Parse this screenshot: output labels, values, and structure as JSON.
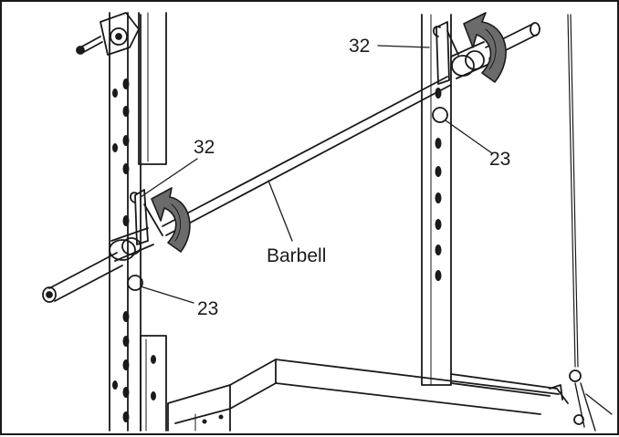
{
  "diagram": {
    "labels": {
      "part32_top": "32",
      "part32_left": "32",
      "part23_right": "23",
      "part23_bottom": "23",
      "barbell": "Barbell"
    },
    "colors": {
      "line": "#1a1a1a",
      "shade": "#6b6b6b",
      "paper": "#ffffff"
    }
  }
}
